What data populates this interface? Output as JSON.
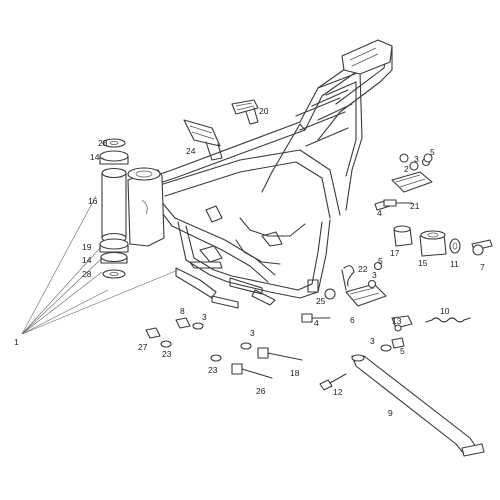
{
  "diagram": {
    "callouts": [
      {
        "id": "c1",
        "text": "1"
      },
      {
        "id": "c2",
        "text": "2"
      },
      {
        "id": "c3a",
        "text": "3"
      },
      {
        "id": "c3b",
        "text": "3"
      },
      {
        "id": "c3c",
        "text": "3"
      },
      {
        "id": "c3d",
        "text": "3"
      },
      {
        "id": "c3e",
        "text": "3"
      },
      {
        "id": "c4a",
        "text": "4"
      },
      {
        "id": "c4b",
        "text": "4"
      },
      {
        "id": "c5a",
        "text": "5"
      },
      {
        "id": "c5b",
        "text": "5"
      },
      {
        "id": "c5c",
        "text": "5"
      },
      {
        "id": "c6",
        "text": "6"
      },
      {
        "id": "c7",
        "text": "7"
      },
      {
        "id": "c8",
        "text": "8"
      },
      {
        "id": "c9",
        "text": "9"
      },
      {
        "id": "c10",
        "text": "10"
      },
      {
        "id": "c11",
        "text": "11"
      },
      {
        "id": "c12",
        "text": "12"
      },
      {
        "id": "c13",
        "text": "13"
      },
      {
        "id": "c14a",
        "text": "14"
      },
      {
        "id": "c14b",
        "text": "14"
      },
      {
        "id": "c15",
        "text": "15"
      },
      {
        "id": "c16",
        "text": "16"
      },
      {
        "id": "c17",
        "text": "17"
      },
      {
        "id": "c18",
        "text": "18"
      },
      {
        "id": "c19",
        "text": "19"
      },
      {
        "id": "c20",
        "text": "20"
      },
      {
        "id": "c21",
        "text": "21"
      },
      {
        "id": "c22",
        "text": "22"
      },
      {
        "id": "c23a",
        "text": "23"
      },
      {
        "id": "c23b",
        "text": "23"
      },
      {
        "id": "c24",
        "text": "24"
      },
      {
        "id": "c25",
        "text": "25"
      },
      {
        "id": "c26",
        "text": "26"
      },
      {
        "id": "c27",
        "text": "27"
      },
      {
        "id": "c28a",
        "text": "28"
      },
      {
        "id": "c28b",
        "text": "28"
      }
    ]
  }
}
